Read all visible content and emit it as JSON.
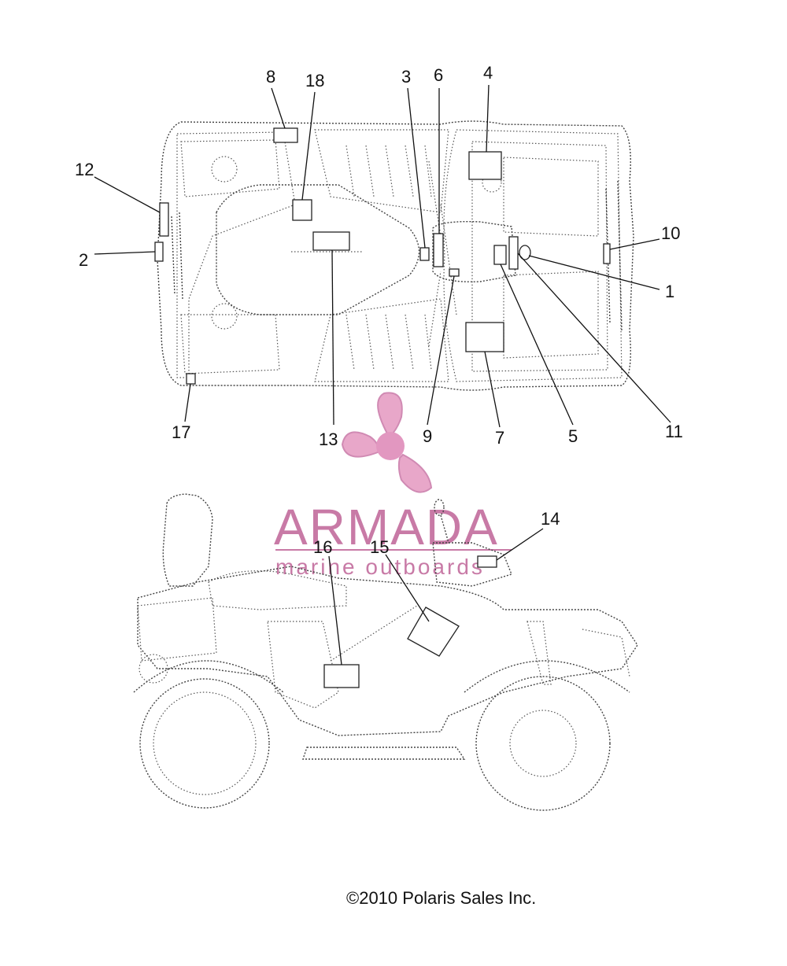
{
  "diagram": {
    "callouts": [
      {
        "id": "c1",
        "label": "1"
      },
      {
        "id": "c2",
        "label": "2"
      },
      {
        "id": "c3",
        "label": "3"
      },
      {
        "id": "c4",
        "label": "4"
      },
      {
        "id": "c5",
        "label": "5"
      },
      {
        "id": "c6",
        "label": "6"
      },
      {
        "id": "c7",
        "label": "7"
      },
      {
        "id": "c8",
        "label": "8"
      },
      {
        "id": "c9",
        "label": "9"
      },
      {
        "id": "c10",
        "label": "10"
      },
      {
        "id": "c11",
        "label": "11"
      },
      {
        "id": "c12",
        "label": "12"
      },
      {
        "id": "c13",
        "label": "13"
      },
      {
        "id": "c14",
        "label": "14"
      },
      {
        "id": "c15",
        "label": "15"
      },
      {
        "id": "c16",
        "label": "16"
      },
      {
        "id": "c17",
        "label": "17"
      },
      {
        "id": "c18",
        "label": "18"
      }
    ]
  },
  "watermark": {
    "title": "ARMADA",
    "subtitle": "marine outboards",
    "color": "#c87aa6"
  },
  "footer": {
    "copyright": "©2010 Polaris Sales Inc."
  }
}
